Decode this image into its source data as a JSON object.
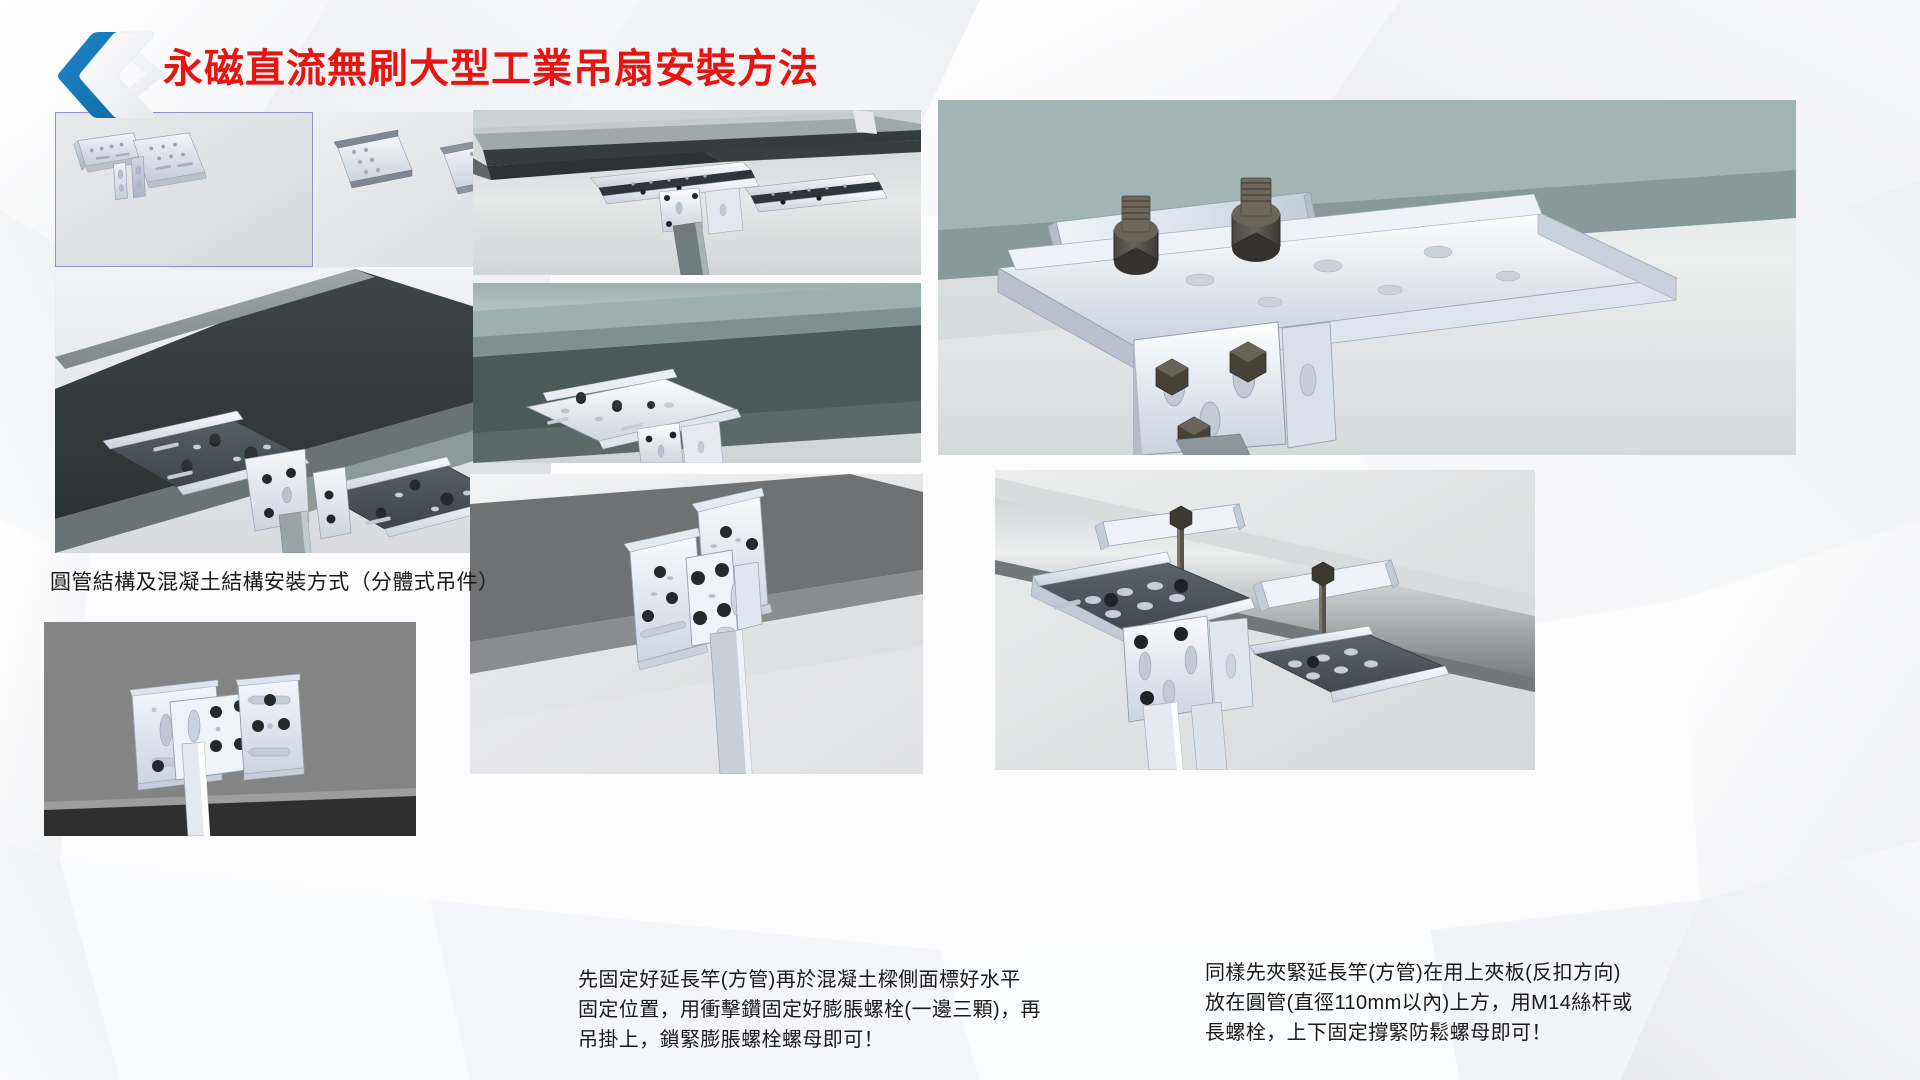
{
  "document": {
    "title": "永磁直流無刷大型工業吊扇安裝方法",
    "logo_name": "blue-chevron-logo",
    "title_color": "#e8140f",
    "accent_color": "#1277b8",
    "background_color": "#fdfdfe"
  },
  "panels": [
    {
      "id": "p-parts-a",
      "name": "bracket-parts-angle-view",
      "caption": ""
    },
    {
      "id": "p-parts-b",
      "name": "bracket-plates-flat-view",
      "caption": ""
    },
    {
      "id": "p-ibeam-pair",
      "name": "i-beam-mounted-pair-view",
      "caption": ""
    },
    {
      "id": "p-ibeam-top",
      "name": "i-beam-underside-assembly-view",
      "caption": ""
    },
    {
      "id": "p-ibeam-mid",
      "name": "i-beam-flange-clamp-view",
      "caption": ""
    },
    {
      "id": "p-bigclamp",
      "name": "beam-clamp-closeup-view",
      "caption": ""
    },
    {
      "id": "p-concrete",
      "name": "concrete-wall-mount-view",
      "caption": ""
    },
    {
      "id": "p-beam-side",
      "name": "concrete-beam-side-mount-view",
      "caption": ""
    },
    {
      "id": "p-roundpipe",
      "name": "round-pipe-clamp-mount-view",
      "caption": ""
    }
  ],
  "captions": {
    "structure_types": "圓管結構及混凝土結構安裝方式（分體式吊件）",
    "concrete_beam": "先固定好延長竿(方管)再於混凝土樑側面標好水平\n固定位置，用衝擊鑽固定好膨脹螺栓(一邊三顆)，再\n吊掛上，鎖緊膨脹螺栓螺母即可！",
    "round_pipe": "同樣先夾緊延長竿(方管)在用上夾板(反扣方向)\n放在圓管(直徑110mm以內)上方，用M14絲杆或\n長螺栓，上下固定撐緊防鬆螺母即可！"
  }
}
